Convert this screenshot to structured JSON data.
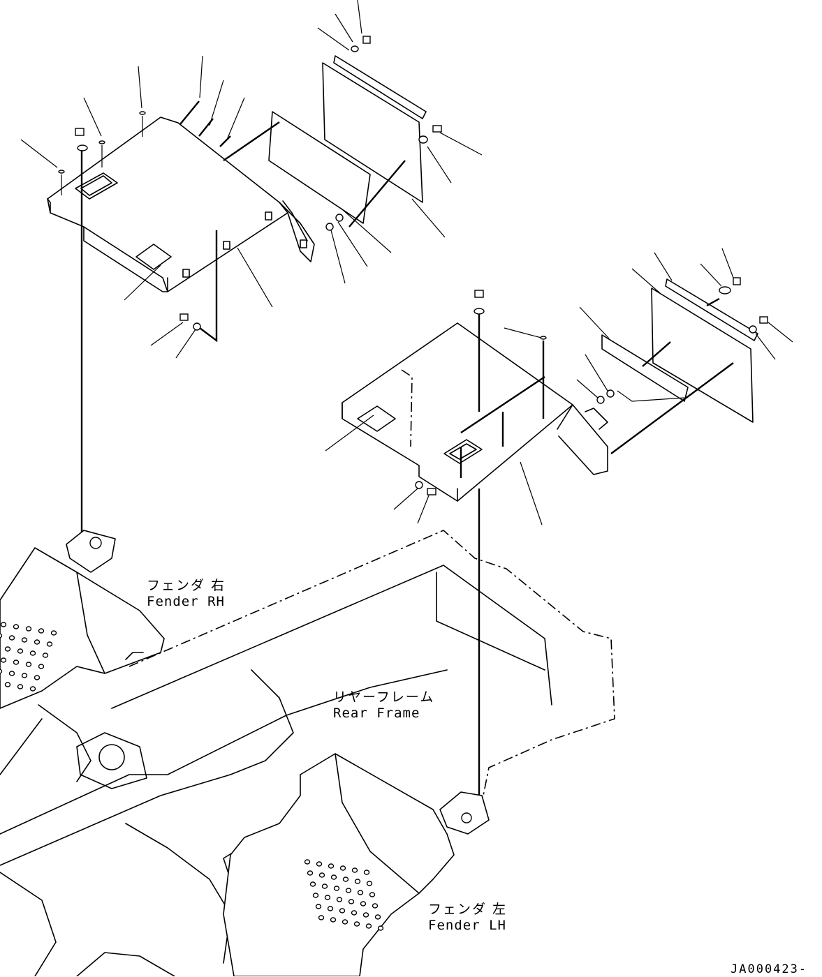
{
  "labels": {
    "fender_rh_jp": "フェンダ 右",
    "fender_rh_en": "Fender RH",
    "fender_lh_jp": "フェンダ 左",
    "fender_lh_en": "Fender LH",
    "rear_frame_jp": "リヤーフレーム",
    "rear_frame_en": "Rear Frame",
    "drawing_code": "JA000423-"
  }
}
